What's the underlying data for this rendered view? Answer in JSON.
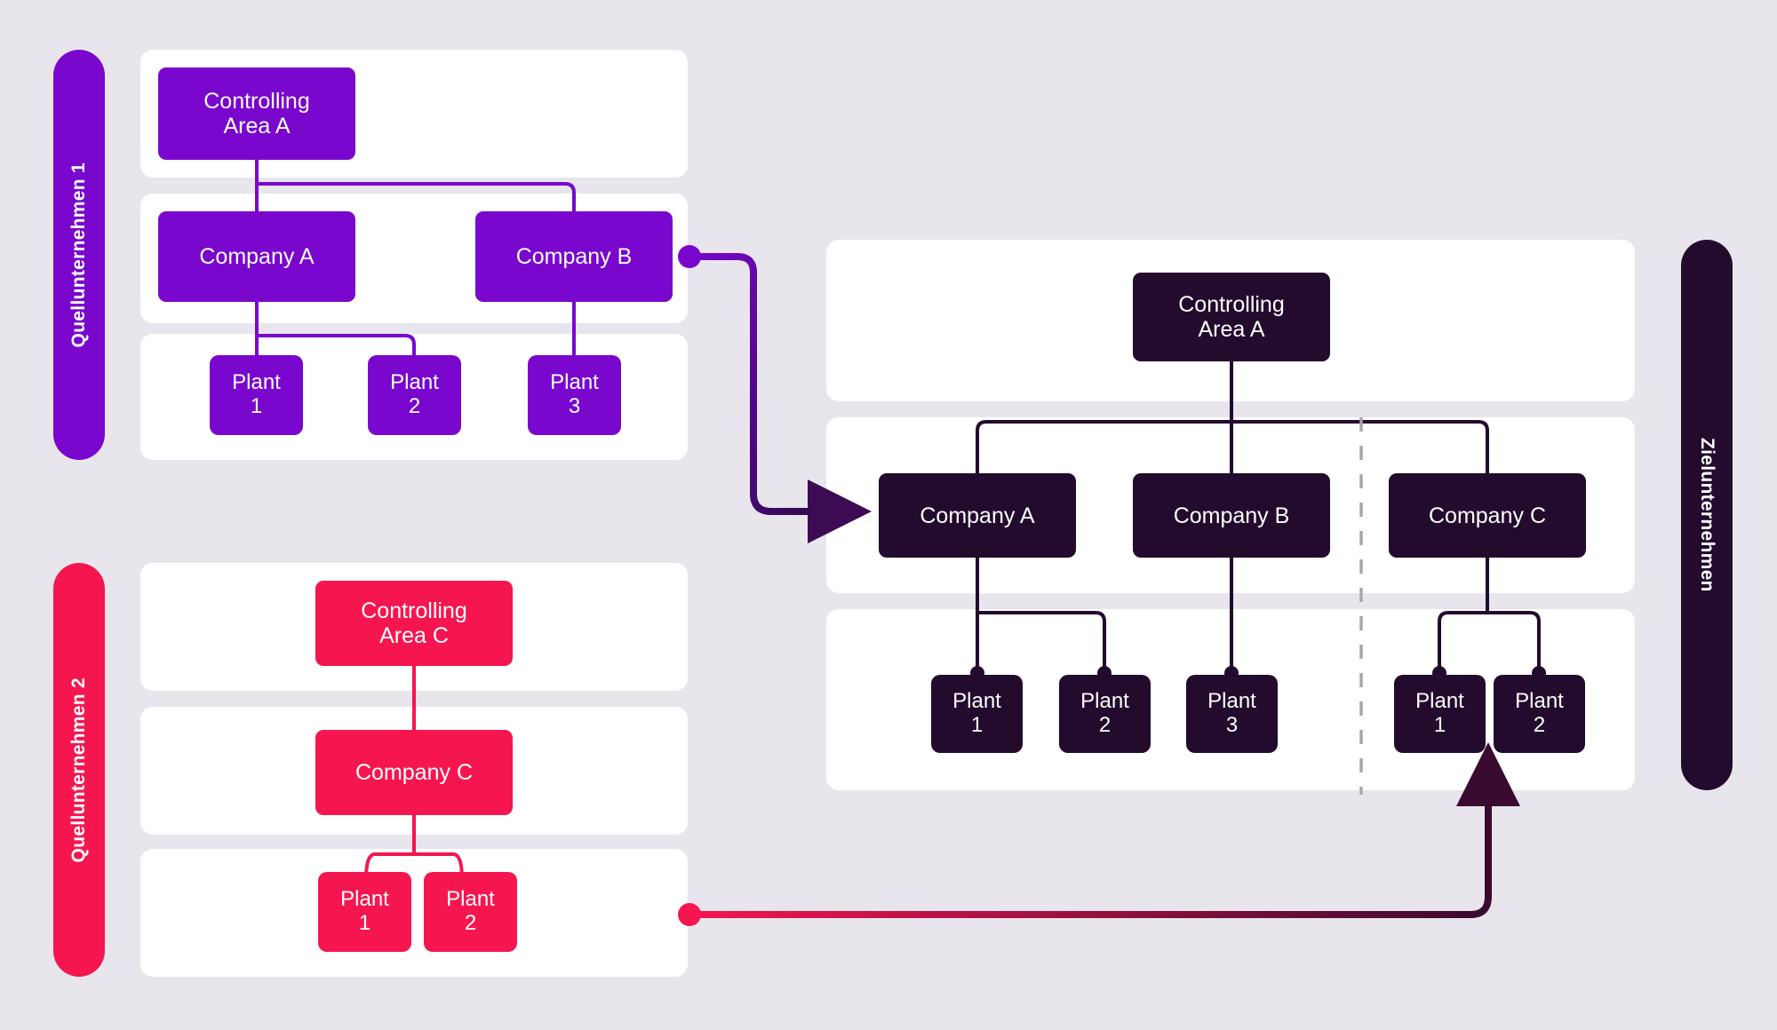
{
  "colors": {
    "background": "#e8e6ec",
    "panel": "#ffffff",
    "source1": "#7a07cd",
    "source2": "#f5164f",
    "target": "#230b2e",
    "divider": "#a8a5ae"
  },
  "side_labels": {
    "source1": "Quellunternehmen 1",
    "source2": "Quellunternehmen 2",
    "target": "Zielunternehmen"
  },
  "source1": {
    "controlling_areas": [
      {
        "label": "Controlling\nArea A",
        "line1": "Controlling",
        "line2": "Area A"
      }
    ],
    "companies": [
      {
        "label": "Company A"
      },
      {
        "label": "Company B"
      }
    ],
    "plants": [
      {
        "line1": "Plant",
        "line2": "1"
      },
      {
        "line1": "Plant",
        "line2": "2"
      },
      {
        "line1": "Plant",
        "line2": "3"
      }
    ]
  },
  "source2": {
    "controlling_areas": [
      {
        "line1": "Controlling",
        "line2": "Area C"
      }
    ],
    "companies": [
      {
        "label": "Company C"
      }
    ],
    "plants": [
      {
        "line1": "Plant",
        "line2": "1"
      },
      {
        "line1": "Plant",
        "line2": "2"
      }
    ]
  },
  "target": {
    "controlling_areas": [
      {
        "line1": "Controlling",
        "line2": "Area A"
      }
    ],
    "companies": [
      {
        "label": "Company A"
      },
      {
        "label": "Company B"
      },
      {
        "label": "Company C"
      }
    ],
    "plants": [
      {
        "line1": "Plant",
        "line2": "1"
      },
      {
        "line1": "Plant",
        "line2": "2"
      },
      {
        "line1": "Plant",
        "line2": "3"
      },
      {
        "line1": "Plant",
        "line2": "1"
      },
      {
        "line1": "Plant",
        "line2": "2"
      }
    ]
  },
  "migration_arrows": [
    {
      "name": "source1-to-target",
      "from_color": "#7a07cd",
      "to_color": "#230b2e"
    },
    {
      "name": "source2-to-target",
      "from_color": "#f5164f",
      "to_color": "#230b2e"
    }
  ]
}
